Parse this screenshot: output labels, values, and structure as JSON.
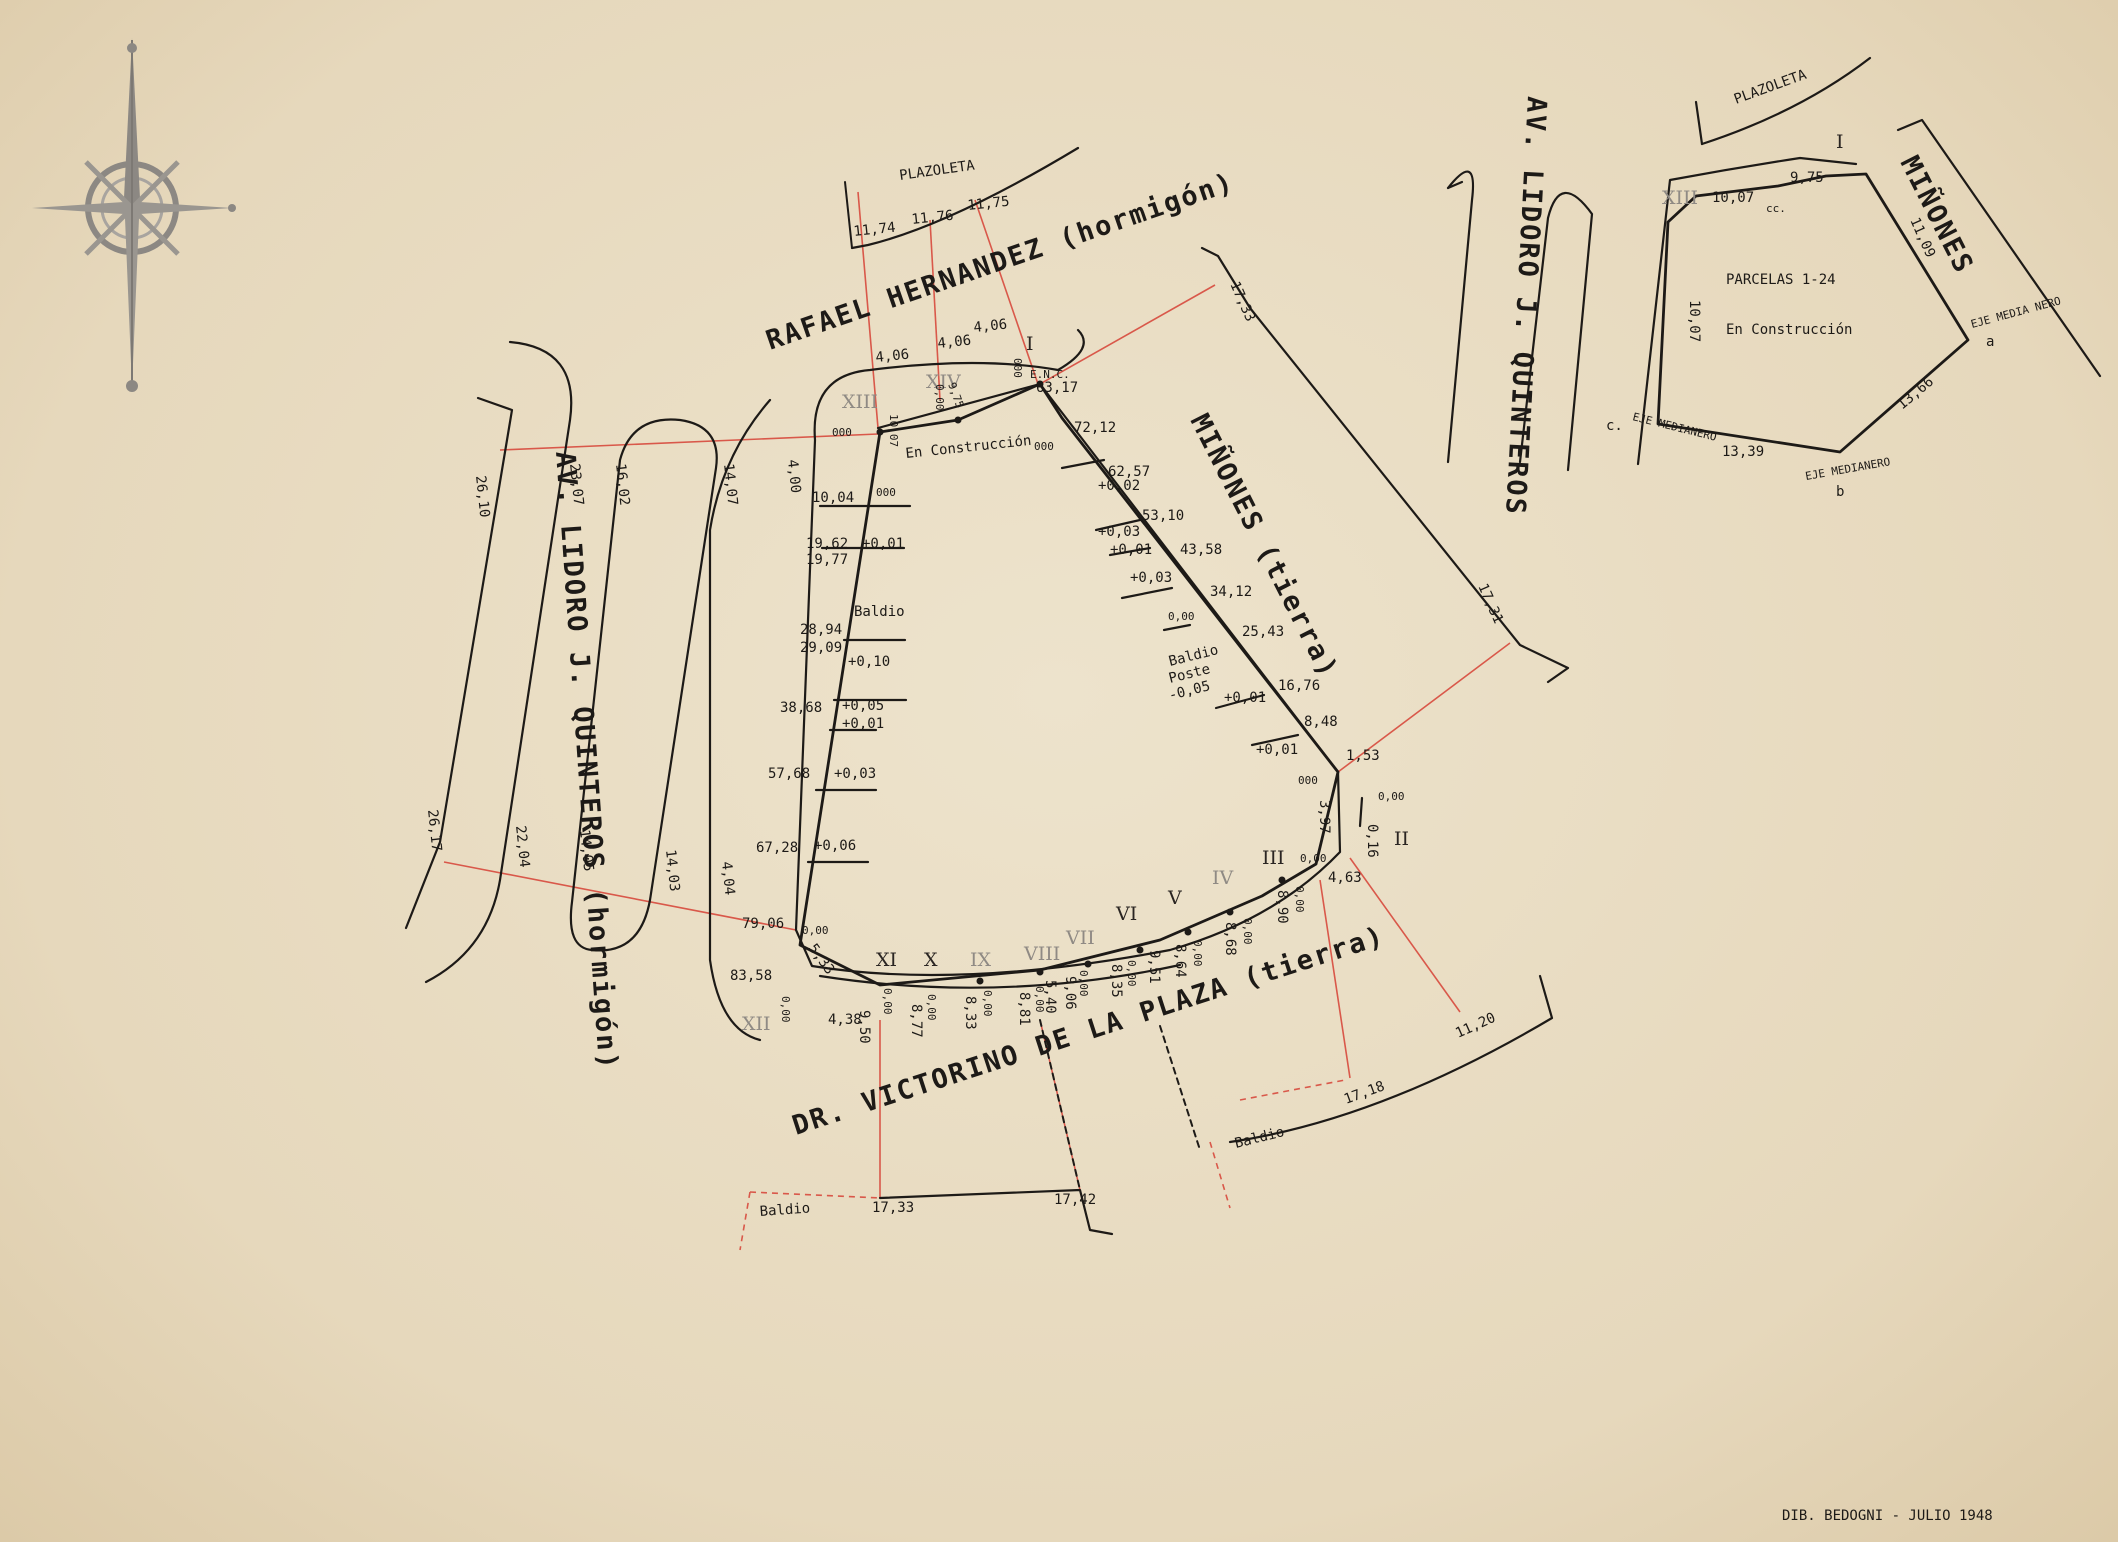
{
  "streets": {
    "rafael_hernandez": "RAFAEL HERNANDEZ (hormigón)",
    "lidoro_main": "AV. LIDORO J. QUINTEROS (hormigón)",
    "minones_main": "MIÑONES (tierra)",
    "victorino": "DR. VICTORINO DE LA PLAZA (tierra)",
    "plazoleta": "PLAZOLETA",
    "inset_lidoro": "AV. LIDORO J. QUINTEROS",
    "inset_minones": "MIÑONES",
    "inset_plazoleta": "PLAZOLETA"
  },
  "labels": {
    "en_construccion": "En Construcción",
    "baldio": "Baldio",
    "baldio_poste": "Baldio",
    "poste": "Poste",
    "poste_value": "-0,05",
    "baldio_se": "Baldio",
    "baldio_s": "Baldio",
    "parcelas": "PARCELAS 1-24",
    "inset_en_construccion": "En Construcción",
    "eje_medianero_a": "EJE MEDIA NERO",
    "eje_medianero_b": "EJE MEDIANERO",
    "eje_medianero_c": "EJE MEDIANERO",
    "pt_a": "a",
    "pt_b": "b",
    "pt_c": "c.",
    "enc": "E.N.C.",
    "cc": "cc.",
    "signature": "DIB. BEDOGNI - JULIO 1948"
  },
  "measurements": {
    "plaz_1": "11,74",
    "plaz_2": "11,76",
    "plaz_3": "11,75",
    "rh_1": "4,06",
    "rh_2": "4,06",
    "rh_3": "4,06",
    "rh_17_33": "17,33",
    "min_17_31": "17,31",
    "lid_26_10": "26,10",
    "lid_23_07": "23,07",
    "lid_16_02": "16,02",
    "lid_14_07": "14,07",
    "lid_26_17": "26,17",
    "lid_22_04": "22,04",
    "lid_14_05": "14,05",
    "lid_14_03": "14,03",
    "w_4_00": "4,00",
    "w_4_04": "4,04",
    "l_000": "000",
    "l_1004": "10,04",
    "l_000b": "000",
    "l_1962": "19,62",
    "l_1977": "19,77",
    "l_p001": "+0,01",
    "l_2894": "28,94",
    "l_2909": "29,09",
    "l_p010": "+0,10",
    "l_3868": "38,68",
    "l_p005": "+0,05",
    "l_p001b": "+0,01",
    "l_5768": "57,68",
    "l_p003": "+0,03",
    "l_6728": "67,28",
    "l_p006": "+0,06",
    "l_7906": "79,06",
    "l_8358": "83,58",
    "l_000c": "0,00",
    "l_533": "5,33",
    "t_1007": "10,07",
    "t_975": "9,75",
    "t_000": "0,00",
    "t_000b": "000",
    "t_6317": "63,17",
    "r_000": "000",
    "r_7212": "72,12",
    "r_p002": "+0,02",
    "r_6257": "62,57",
    "r_p003": "+0,03",
    "r_5310": "53,10",
    "r_p001": "+0,01",
    "r_4358": "43,58",
    "r_p003b": "+0,03",
    "r_000b": "0,00",
    "r_3412": "34,12",
    "r_2543": "25,43",
    "r_1676": "16,76",
    "r_p001b": "+0,01",
    "r_848": "8,48",
    "r_p001c": "+0,01",
    "r_153": "1,53",
    "r_000c": "000",
    "r_397": "3,97",
    "r_000d": "0,00",
    "r_016": "0,16",
    "b_000": "0,00",
    "b_438": "4,38",
    "b_000b": "0,00",
    "b_950": "9,50",
    "b_000c": "0,00",
    "b_877": "8,77",
    "b_000d": "0,00",
    "b_833": "8,33",
    "b_000e": "0,00",
    "b_881": "8,81",
    "b_540": "5,40",
    "b_000f": "0,00",
    "b_906": "9,06",
    "b_000g": "0,00",
    "b_835": "8,35",
    "b_951": "9,51",
    "b_000h": "0,00",
    "b_864": "8,64",
    "b_000i": "0,00",
    "b_868": "8,68",
    "b_000j": "0,00",
    "b_890": "8,90",
    "b_000k": "0,00",
    "b_463": "4,63",
    "s_1733": "17,33",
    "s_1742": "17,42",
    "s_1718": "17,18",
    "s_1120": "11,20",
    "i_1007": "10,07",
    "i_975": "9,75",
    "i_1109": "11,09",
    "i_1007b": "10,07",
    "i_1366": "13,66",
    "i_1339": "13,39"
  },
  "roman_numerals": {
    "I": "I",
    "II": "II",
    "III": "III",
    "IV": "IV",
    "V": "V",
    "VI": "VI",
    "VII": "VII",
    "VIII": "VIII",
    "IX": "IX",
    "X": "X",
    "XI": "XI",
    "XII": "XII",
    "XIII": "XIII",
    "XIV": "XIV",
    "inset_I": "I",
    "inset_XIII": "XIII"
  },
  "colors": {
    "paper": "#e8dcc3",
    "ink": "#1d1a17",
    "red_line": "#d9584a"
  },
  "icons": [
    "compass-rose-icon"
  ]
}
